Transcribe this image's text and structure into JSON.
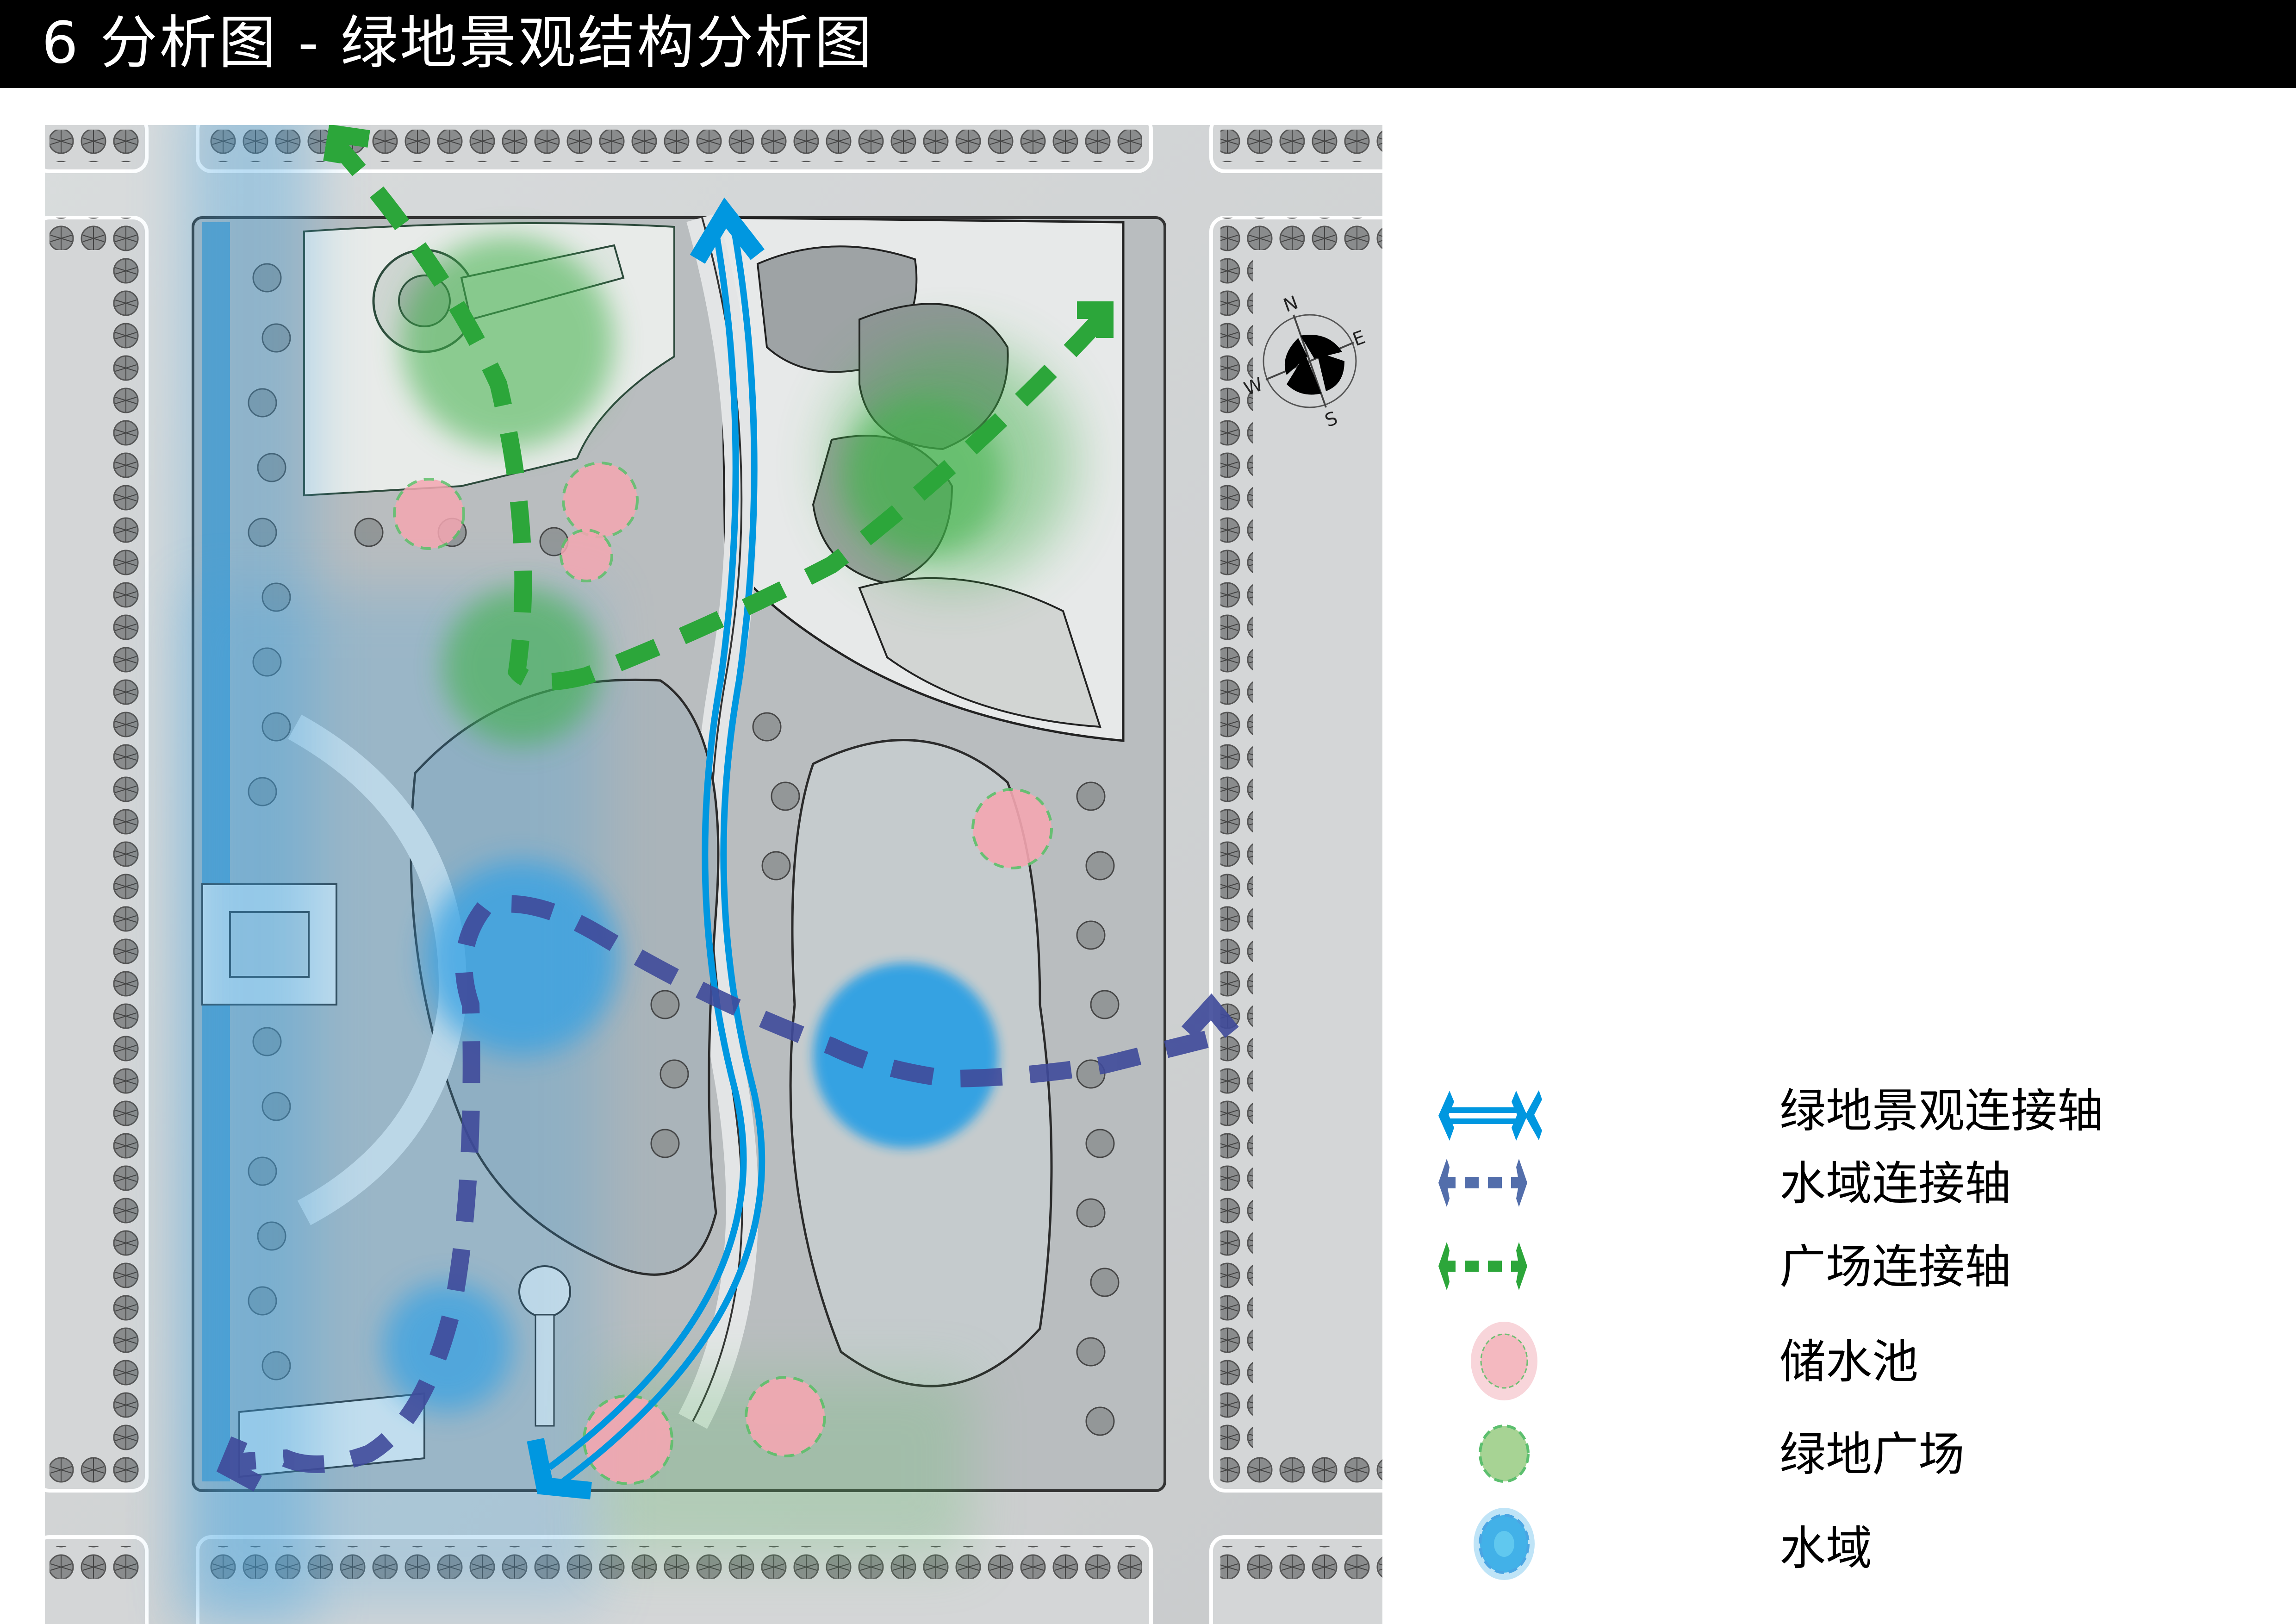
{
  "title": "6 分析图 - 绿地景观结构分析图",
  "colors": {
    "title_bg": "#000000",
    "title_text": "#ffffff",
    "green_landscape_axis": "#0097e0",
    "water_axis": "#3f4a9a",
    "water_axis_legend": "#536eab",
    "plaza_axis": "#2ca63a",
    "reservoir_fill": "#f4b9c0",
    "green_plaza_fill": "#9fd08f",
    "water_area_fill": "#3fb3e8"
  },
  "compass": {
    "north": "N",
    "east": "E",
    "south": "S",
    "west": "W"
  },
  "legend": {
    "items": [
      {
        "icon": "double-line-arrow-icon",
        "label": "绿地景观连接轴"
      },
      {
        "icon": "blue-dashed-arrow-icon",
        "label": "水域连接轴"
      },
      {
        "icon": "green-dashed-arrow-icon",
        "label": "广场连接轴"
      },
      {
        "icon": "pink-circle-icon",
        "label": "储水池"
      },
      {
        "icon": "green-circle-icon",
        "label": "绿地广场"
      },
      {
        "icon": "blue-circle-icon",
        "label": "水域"
      }
    ]
  }
}
